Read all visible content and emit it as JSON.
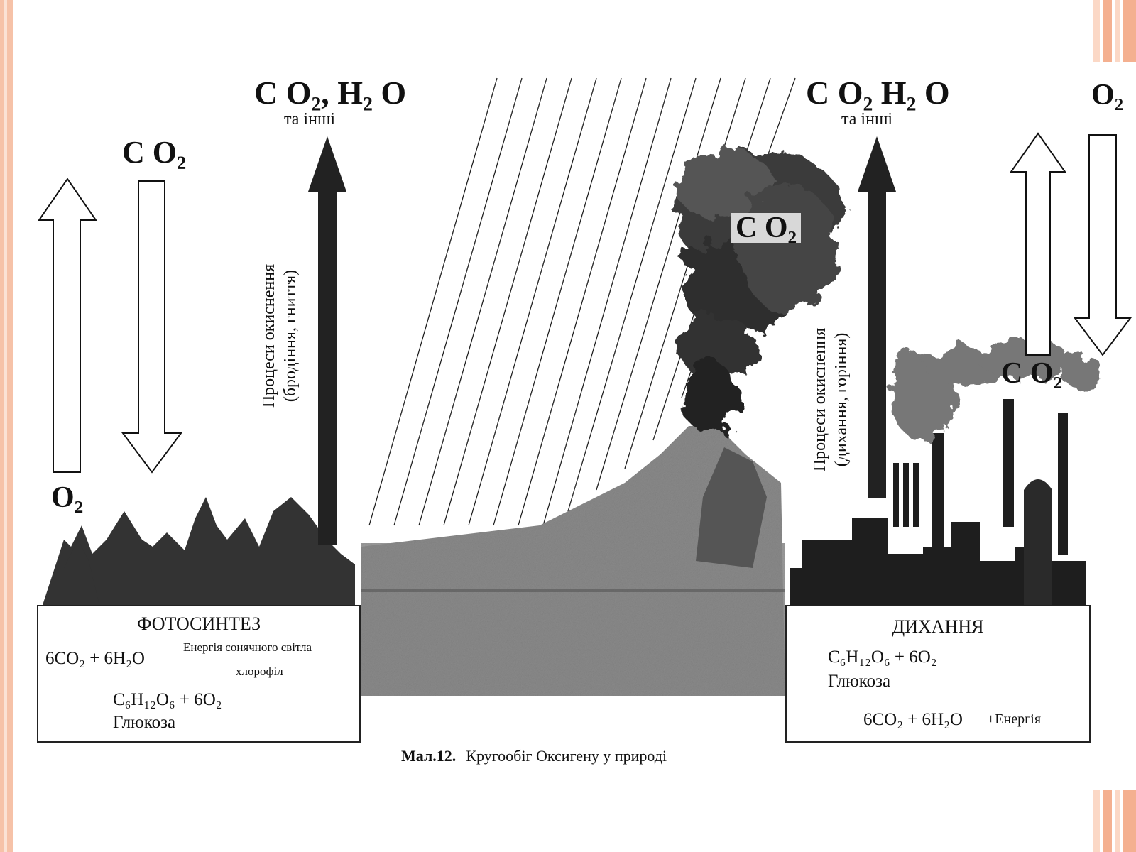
{
  "labels": {
    "co2_h2o_left": "C O₂, H₂ O",
    "co2_h2o_right": "C O₂ H₂ O",
    "ta_inshi": "та інші",
    "co2": "C O₂",
    "o2": "O₂",
    "oxidation_left_line1": "Процеси окиснення",
    "oxidation_left_line2": "(бродіння, гниття)",
    "oxidation_right_line1": "Процеси окиснення",
    "oxidation_right_line2": "(дихання, горіння)"
  },
  "photosynthesis": {
    "title": "ФОТОСИНТЕЗ",
    "eq_left": "6CO₂ + 6H₂O",
    "above_arrow": "Енергія сонячного світла",
    "below_arrow": "хлорофіл",
    "products": "C₆H₁₂O₆ + 6O₂",
    "glucose": "Глюкоза"
  },
  "respiration": {
    "title": "ДИХАННЯ",
    "reactants": "C₆H₁₂O₆ + 6O₂",
    "glucose": "Глюкоза",
    "products": "6CO₂ + 6H₂O",
    "energy": "+Енергія"
  },
  "caption": {
    "number": "Мал.12.",
    "text": "Кругообіг Оксигену у природі"
  }
}
